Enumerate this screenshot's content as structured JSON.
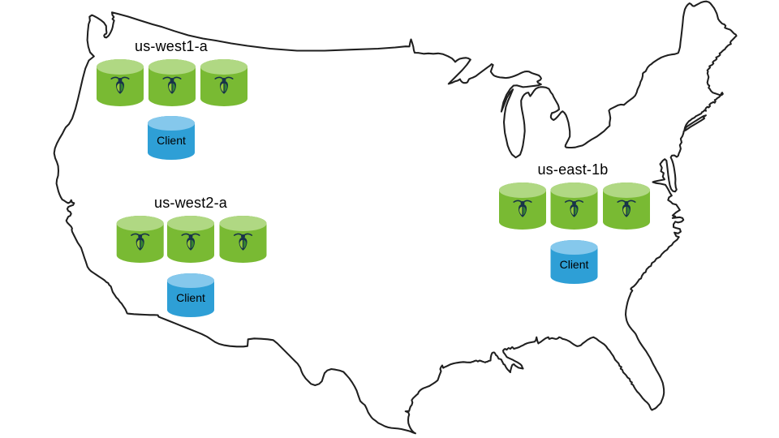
{
  "diagram": {
    "type": "cockroachdb-multi-region-topology",
    "map": "united-states-outline",
    "regions": [
      {
        "label": "us-west1-a",
        "node_count": 3,
        "client_label": "Client"
      },
      {
        "label": "us-west2-a",
        "node_count": 3,
        "client_label": "Client"
      },
      {
        "label": "us-east-1b",
        "node_count": 3,
        "client_label": "Client"
      }
    ],
    "colors": {
      "background": "#ffffff",
      "map_outline": "#1f1f1f",
      "node_body": "#79ba33",
      "node_top": "#b0d883",
      "client_body": "#2e9fd6",
      "client_top": "#85c8ec",
      "roach_dark": "#17324a",
      "roach_leaf_light": "#97c83b",
      "roach_leaf_dark": "#35842f",
      "label_text": "#000000"
    }
  }
}
